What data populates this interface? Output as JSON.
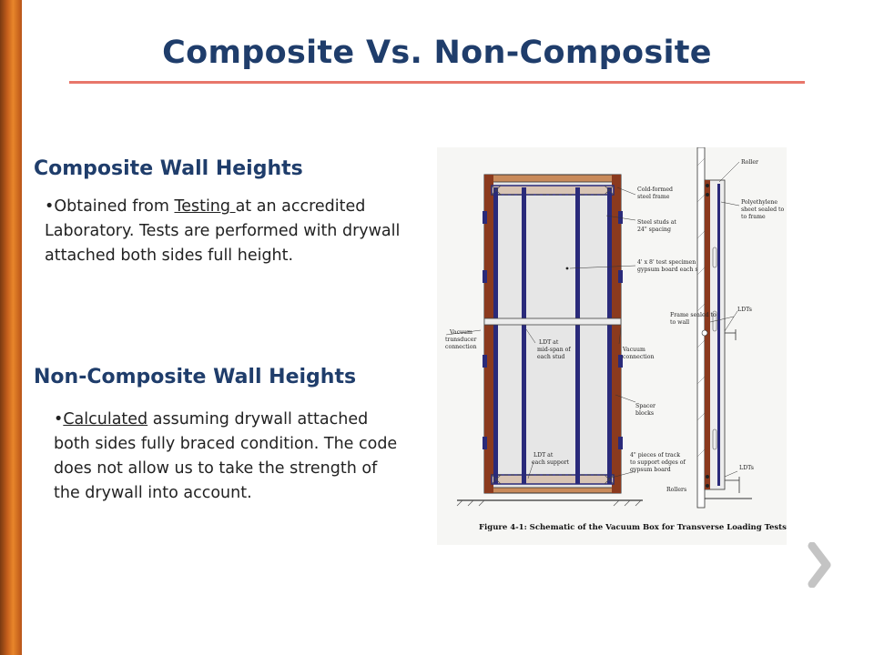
{
  "title": "Composite Vs. Non-Composite",
  "composite": {
    "heading": "Composite Wall Heights",
    "bullet_before": "Obtained from ",
    "bullet_link": "Testing ",
    "bullet_after": "at an accredited Laboratory. Tests are performed with drywall attached both sides full height."
  },
  "noncomposite": {
    "heading": "Non-Composite Wall Heights",
    "bullet_link": "Calculated",
    "bullet_after": " assuming drywall attached both sides fully braced condition. The code does not allow us to take the strength of the drywall into account."
  },
  "figure": {
    "caption": "Figure 4-1: Schematic of the Vacuum Box for Transverse Loading Tests",
    "labels": {
      "cold_formed": "Cold-formed",
      "steel_frame": "steel frame",
      "steel_studs": "Steel studs at",
      "spacing": "24\" spacing",
      "specimen": "4' x 8' test specimen",
      "gypsum": "gypsum board each side",
      "vacuum_transducer": "Vacuum",
      "transducer": "transducer",
      "connection": "connection",
      "ldt_mid": "LDT at",
      "mid_span": "mid-span of",
      "each_stud": "each stud",
      "vacuum_conn": "Vacuum",
      "vacuum_conn2": "connection",
      "spacer": "Spacer",
      "blocks": "blocks",
      "ldt_support": "LDT at",
      "each_support": "each support",
      "pieces": "4\" pieces of track",
      "support_edges": "to support edges of",
      "gypsum_board": "gypsum board",
      "rollers": "Rollers",
      "roller": "Roller",
      "polyethylene": "Polyethylene",
      "sheet_sealed": "sheet sealed to",
      "to_frame": "to frame",
      "frame_sealed": "Frame sealed to",
      "to_wall": "to wall",
      "ldts_top": "LDTs",
      "ldts_bottom": "LDTs"
    }
  },
  "colors": {
    "title": "#1f3d6b",
    "rule": "#e8766a",
    "sidebar": "#c8601c",
    "frame": "#8b3a1e",
    "stud": "#2a2a7a"
  }
}
